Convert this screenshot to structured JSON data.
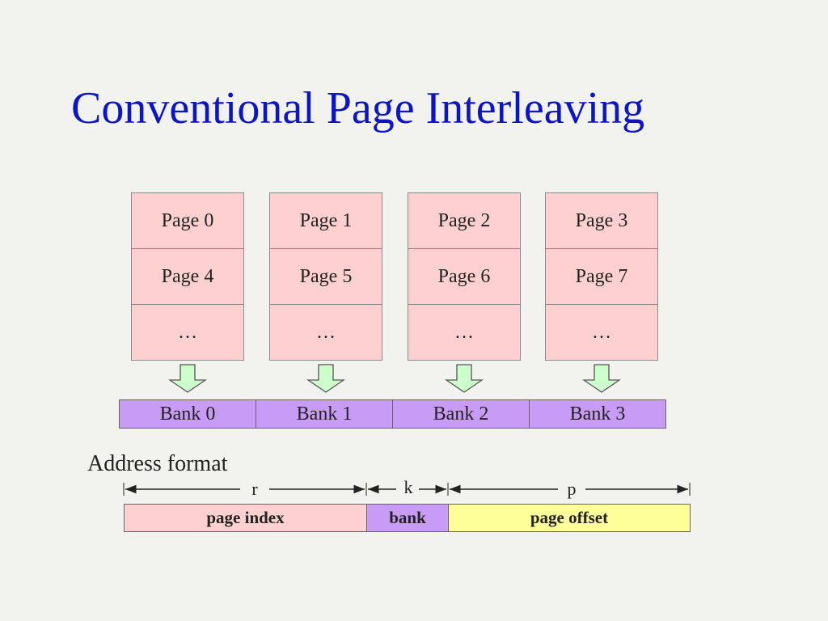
{
  "title": "Conventional Page Interleaving",
  "columns": [
    {
      "cells": [
        "Page 0",
        "Page 4",
        "…"
      ]
    },
    {
      "cells": [
        "Page 1",
        "Page 5",
        "…"
      ]
    },
    {
      "cells": [
        "Page 2",
        "Page 6",
        "…"
      ]
    },
    {
      "cells": [
        "Page 3",
        "Page 7",
        "…"
      ]
    }
  ],
  "banks": [
    "Bank 0",
    "Bank 1",
    "Bank 2",
    "Bank 3"
  ],
  "address": {
    "label": "Address format",
    "dims": [
      "r",
      "k",
      "p"
    ],
    "fields": [
      "page index",
      "bank",
      "page offset"
    ]
  },
  "colors": {
    "title": "#0a14c8",
    "page_fill": "#ffd0d0",
    "bank_fill": "#c89bf4",
    "arrow_fill": "#ccffcc",
    "page_index_fill": "#ffd0d0",
    "bank_field_fill": "#c89bf4",
    "page_offset_fill": "#ffff99"
  },
  "icons": [
    "down-arrow-icon"
  ]
}
